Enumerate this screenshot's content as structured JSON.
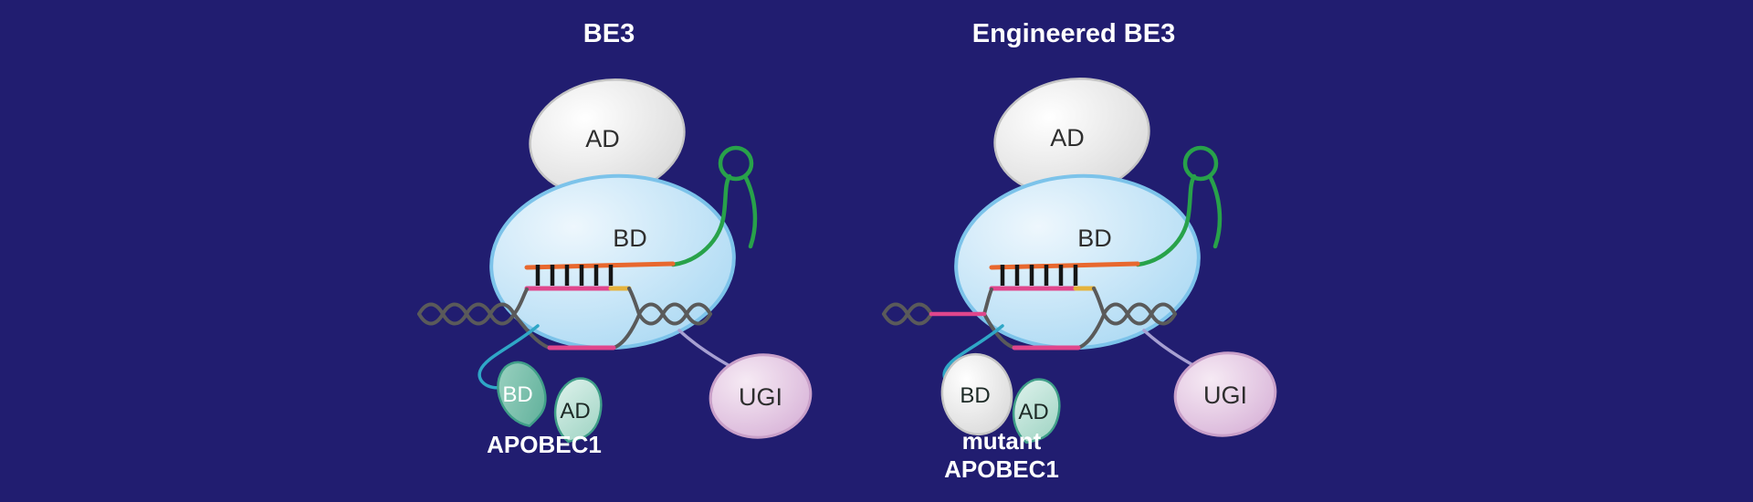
{
  "figure": {
    "panels": [
      {
        "title": "BE3",
        "cas9_ad_label": "AD",
        "cas9_bd_label": "BD",
        "deaminase_bd_label": "BD",
        "deaminase_ad_label": "AD",
        "caption": [
          "APOBEC1"
        ],
        "ugi_label": "UGI"
      },
      {
        "title": "Engineered BE3",
        "cas9_ad_label": "AD",
        "cas9_bd_label": "BD",
        "deaminase_bd_label": "BD",
        "deaminase_ad_label": "AD",
        "caption": [
          "mutant",
          "APOBEC1"
        ],
        "ugi_label": "UGI"
      }
    ]
  },
  "colors": {
    "background": "#211d70",
    "title_text": "#ffffff",
    "domain_text": "#2e2e2e",
    "leaf_label_light": "#ffffff",
    "leaf_label_dark": "#1d2a26",
    "sgrna_green": "#28a24a",
    "spacer_orange": "#e8682e",
    "basepair_black": "#151515",
    "dna_gray": "#5a5a5a",
    "hybrid_magenta": "#e0468c",
    "pam_yellow": "#e5b33c",
    "linker_teal": "#2fa7c7",
    "linker_lavender": "#a7a0d2",
    "cas9_fill_light": "#eef7fd",
    "cas9_fill_dark": "#a9d8f3",
    "cas9_stroke": "#7cc3ea",
    "ad_fill_light": "#ffffff",
    "ad_fill_dark": "#d9d9d9",
    "ad_stroke": "#c4c4c4",
    "leaf_fill_light": "#def2ec",
    "leaf_fill_mid": "#9dd3c2",
    "leaf_fill_dark": "#5cae98",
    "leaf_stroke": "#3f9e88",
    "ugi_fill_light": "#f6eaf4",
    "ugi_fill_dark": "#d8b3d8",
    "ugi_stroke": "#c9a0c9"
  }
}
